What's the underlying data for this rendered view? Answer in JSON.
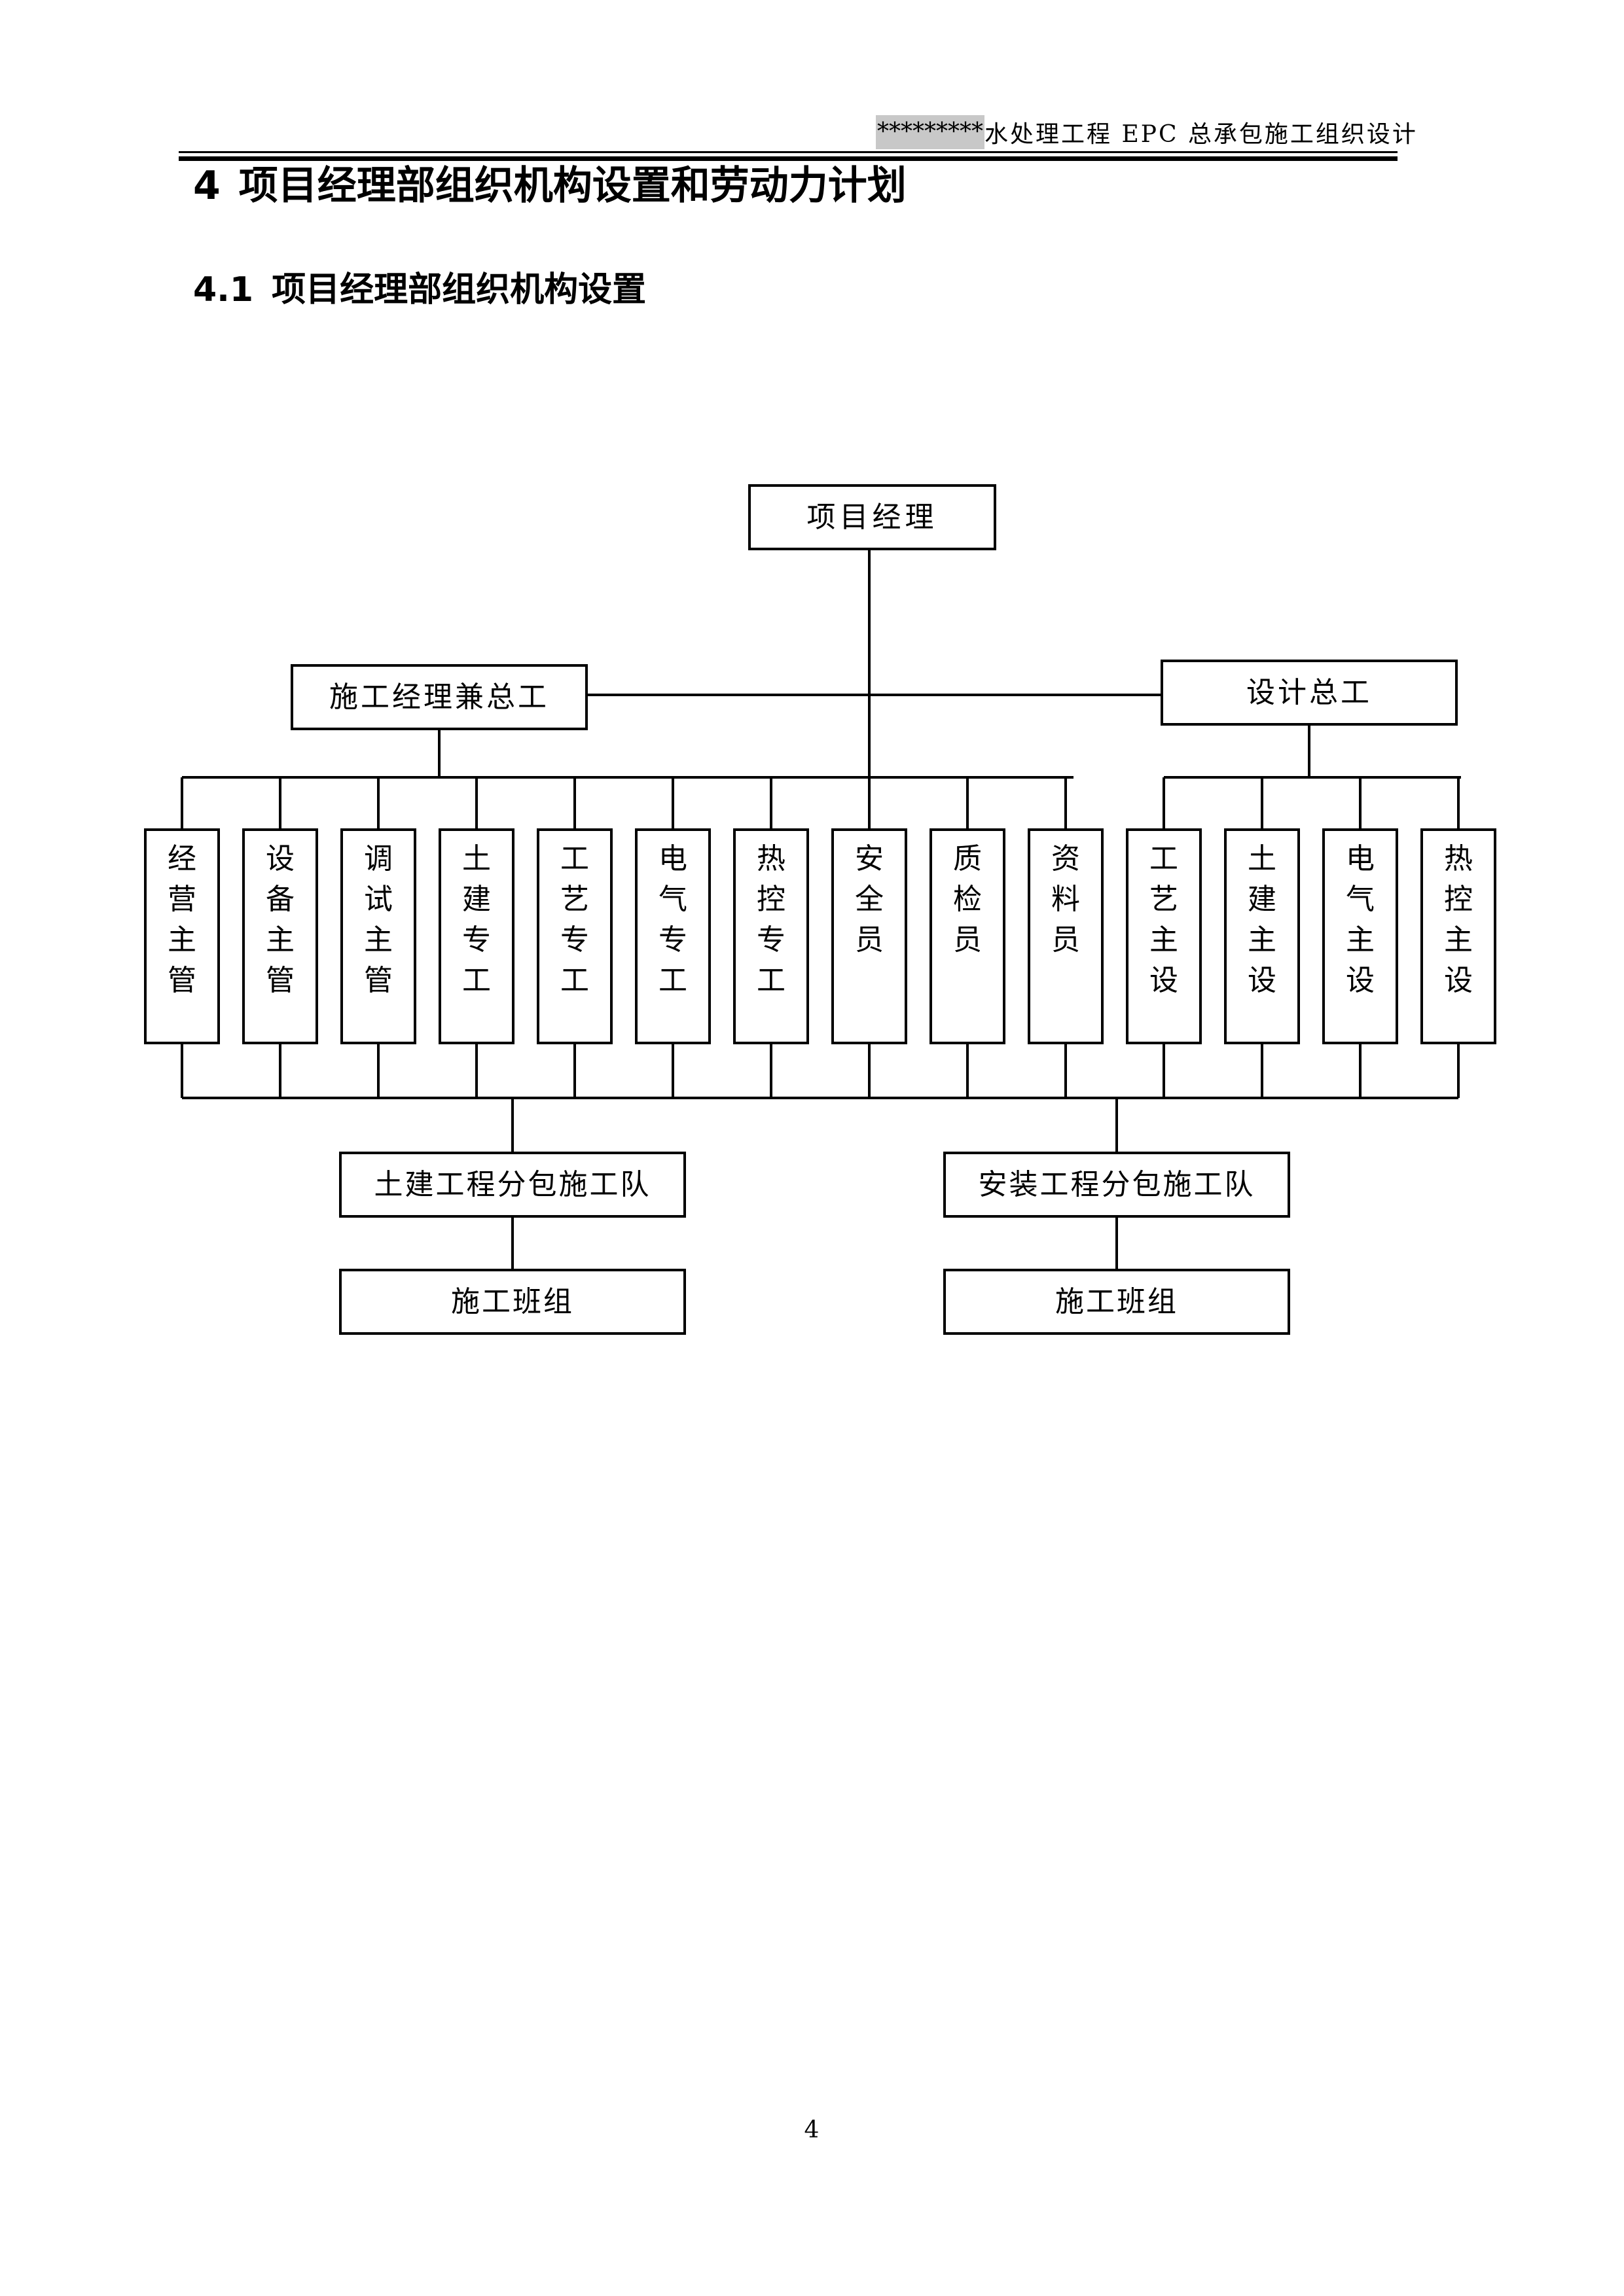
{
  "header": {
    "masked_name": "*********",
    "title": "水处理工程 EPC 总承包施工组织设计"
  },
  "section": {
    "number": "4",
    "title": "项目经理部组织机构设置和劳动力计划"
  },
  "subsection": {
    "number": "4.1",
    "title": "项目经理部组织机构设置"
  },
  "org_chart": {
    "top": "项目经理",
    "construction_manager": "施工经理兼总工",
    "design_chief": "设计总工",
    "departments": [
      "经营主管",
      "设备主管",
      "调试主管",
      "土建专工",
      "工艺专工",
      "电气专工",
      "热控专工",
      "安全员",
      "质检员",
      "资料员",
      "工艺主设",
      "土建主设",
      "电气主设",
      "热控主设"
    ],
    "subcontractors": [
      "土建工程分包施工队",
      "安装工程分包施工队"
    ],
    "crews": [
      "施工班组",
      "施工班组"
    ]
  },
  "footer": {
    "page_number": "4"
  }
}
